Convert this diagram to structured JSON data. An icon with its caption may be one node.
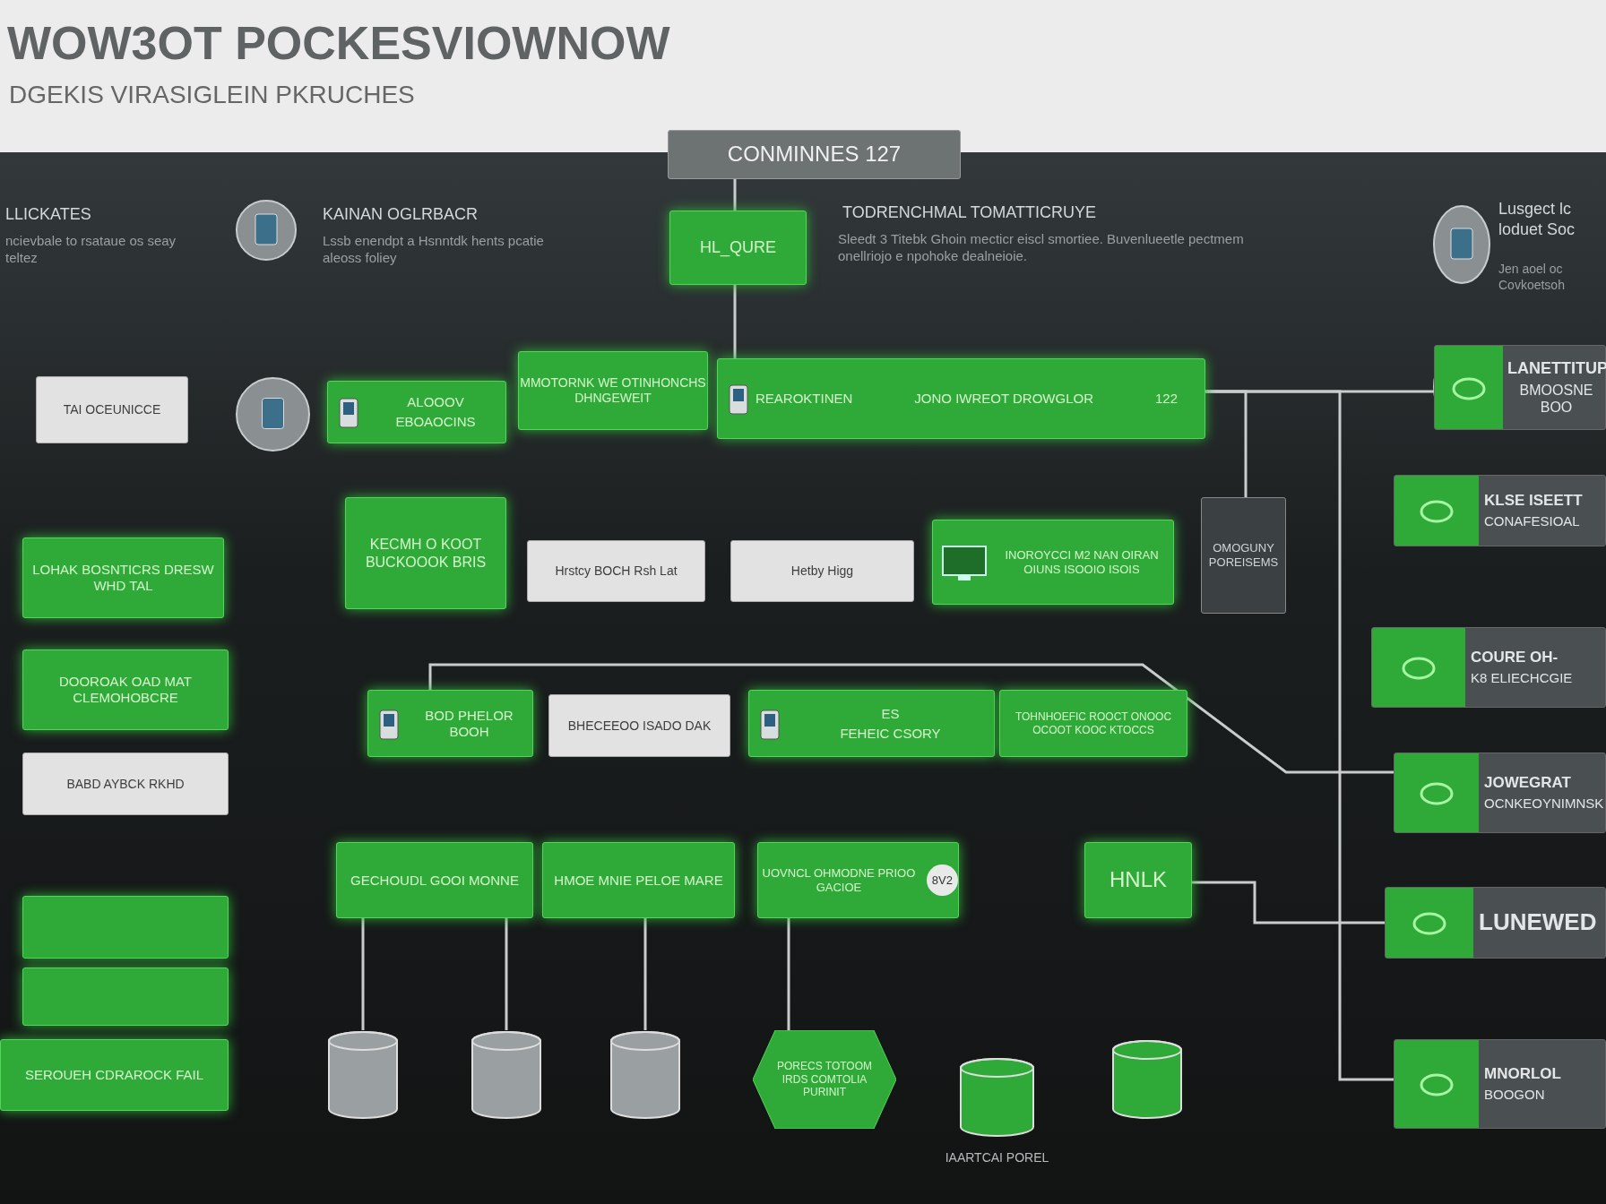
{
  "diagram": {
    "title": "WOW3OT POCKESVIOWNOW",
    "nodes": [
      {
        "text": [
          "CONMINNES 127"
        ]
      },
      {
        "text": [
          "HL_QURE"
        ]
      },
      {
        "text": [
          "TAI OCEUNICCE"
        ]
      },
      {
        "text": [
          "ALOOOV",
          "EBOAOCINS"
        ]
      },
      {
        "text": [
          "MMOTORNK WE OTINHONCHS DHNGEWEIT"
        ]
      },
      {
        "text": [
          "REAROKTINEN",
          "JONO IWREOT DROWGLOR",
          "122"
        ]
      },
      {
        "text": [
          "LANETTITUP",
          "BMOOSNE BOO"
        ]
      },
      {
        "text": [
          "LOHAK BOSNTICRS DRESW WHD TAL"
        ]
      },
      {
        "text": [
          "KECMH O KOOT BUCKOOOK BRIS"
        ]
      },
      {
        "text": [
          "Hrstcy BOCH Rsh Lat"
        ]
      },
      {
        "text": [
          "Hetby Higg"
        ]
      },
      {
        "text": [
          "INOROYCCI M2 NAN OIRAN OIUNS ISOOIO ISOIS"
        ]
      },
      {
        "text": [
          "OMOGUNY POREISEMS"
        ]
      },
      {
        "text": [
          "KLSE ISEETT",
          "CONAFESIOAL"
        ]
      },
      {
        "text": [
          "DOOROAK OAD MAT CLEMOHOBCRE"
        ]
      },
      {
        "text": [
          "BABD AYBCK RKHD"
        ]
      },
      {
        "text": [
          "BOD PHELOR BOOH"
        ]
      },
      {
        "text": [
          "BHECEEOO ISADO DAK"
        ]
      },
      {
        "text": [
          "ES",
          "FEHEIC CSORY"
        ]
      },
      {
        "text": [
          "TOHNHOEFIC ROOCT ONOOC OCOOT KOOC KTOCCS"
        ]
      },
      {
        "text": [
          "COURE OH-",
          "K8 ELIECHCGIE"
        ]
      },
      {
        "text": [
          "JOWEGRAT",
          "OCNKEOYNIMNSK"
        ]
      },
      {
        "text": [],
        "shape": "box"
      },
      {
        "text": [
          "GECHOUDL GOOI MONNE"
        ]
      },
      {
        "text": [
          "HMOE MNIE PELOE MARE"
        ]
      },
      {
        "text": [
          "UOVNCL OHMODNE PRIOO GACIOE",
          "8V2"
        ]
      },
      {
        "text": [
          "HNLK"
        ]
      },
      {
        "text": [],
        "shape": "box"
      },
      {
        "text": [
          "LUNEWED"
        ]
      },
      {
        "text": [
          "SEROUEH CDRAROCK FAIL"
        ]
      },
      {
        "text": [],
        "shape": "cylinder"
      },
      {
        "text": [],
        "shape": "cylinder"
      },
      {
        "text": [],
        "shape": "cylinder"
      },
      {
        "text": [
          "PORECS TOTOOM IRDS COMTOLIA PURINIT"
        ]
      },
      {
        "text": [],
        "shape": "cylinder",
        "beside": [
          "IAARTCAI POREL"
        ]
      },
      {
        "text": [],
        "shape": "cylinder"
      },
      {
        "text": [
          "MNORLOL",
          "BOOGON"
        ]
      }
    ],
    "edges": [
      {
        "from": 0,
        "to": 1,
        "arrow": "none"
      },
      {
        "from": 1,
        "to": 5,
        "arrow": "none"
      },
      {
        "from": 5,
        "to": 6,
        "arrow": "none"
      },
      {
        "from": 5,
        "to": 12,
        "arrow": "none"
      },
      {
        "from": 5,
        "to": 36,
        "arrow": "none"
      },
      {
        "from": 16,
        "to": 21,
        "arrow": "none"
      },
      {
        "from": 23,
        "to": 30,
        "arrow": "none"
      },
      {
        "from": 23,
        "to": 31,
        "arrow": "none"
      },
      {
        "from": 24,
        "to": 32,
        "arrow": "none"
      },
      {
        "from": 25,
        "to": 33,
        "arrow": "none"
      },
      {
        "from": 26,
        "to": 28,
        "arrow": "none"
      }
    ],
    "labels": [
      "DGEKIS VIRASIGLEIN PKRUCHES",
      "LLICKATES",
      "ncievbale to rsataue os seay teltez",
      "KAINAN OGLRBACR",
      "Lssb enendpt a Hsnntdk hents pcatie aleoss foliey",
      "TODRENCHMAL TOMATTICRUYE",
      "Sleedt 3 Titebk Ghoin mecticr eiscl smortiee. Buvenlueetle pectmem onellriojo e npohoke dealneioie.",
      "Lusgect lc loduet Soc",
      "Jen aoel oc Covkoetsoh"
    ]
  }
}
